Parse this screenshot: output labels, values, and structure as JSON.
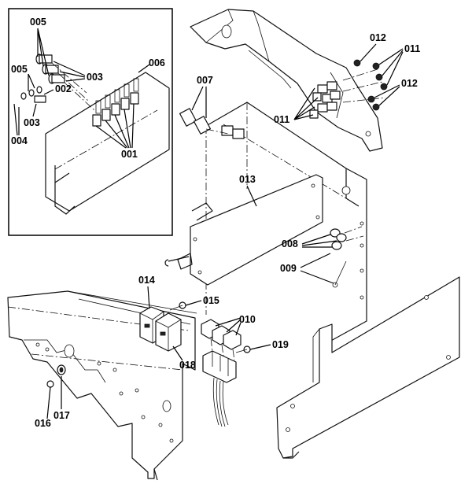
{
  "callouts": {
    "c005a": "005",
    "c005b": "005",
    "c003a": "003",
    "c003b": "003",
    "c002": "002",
    "c004": "004",
    "c006": "006",
    "c001": "001",
    "c007": "007",
    "c012a": "012",
    "c012b": "012",
    "c011a": "011",
    "c011b": "011",
    "c013": "013",
    "c008": "008",
    "c009": "009",
    "c014": "014",
    "c015": "015",
    "c010": "010",
    "c018": "018",
    "c019": "019",
    "c016": "016",
    "c017": "017"
  }
}
